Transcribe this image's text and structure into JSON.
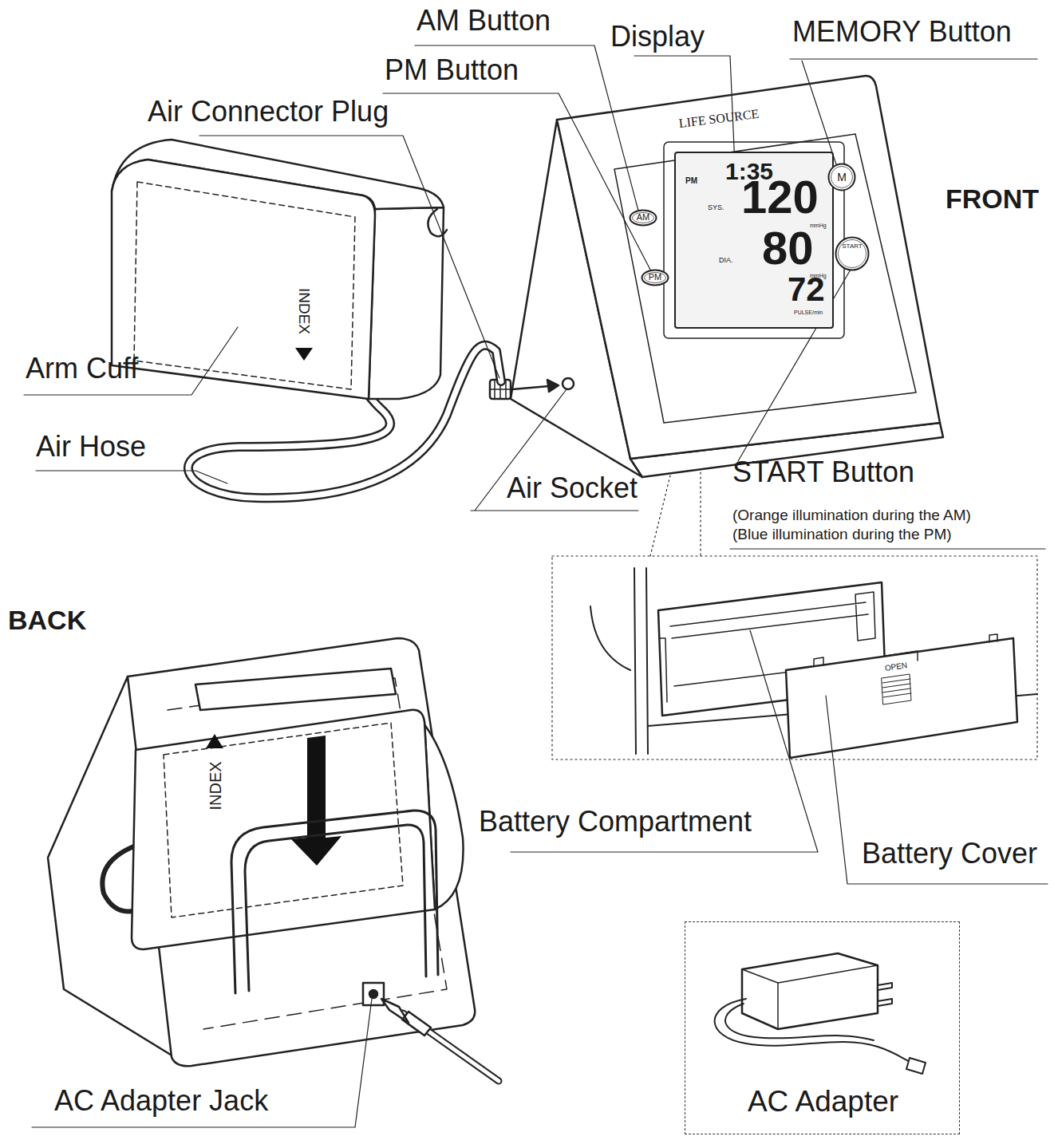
{
  "diagram": {
    "nodes": [
      {
        "text": [
          "PM",
          "1:35",
          "SYS.",
          "120",
          "mmHg",
          "DIA.",
          "80",
          "mmHg",
          "72",
          "PULSE/min"
        ]
      },
      {
        "text": [
          "M"
        ]
      },
      {
        "text": [
          "AM"
        ]
      },
      {
        "text": [
          "START"
        ]
      },
      {
        "text": [
          "PM"
        ]
      },
      {
        "text": [
          "AC Adapter"
        ]
      }
    ],
    "labels": [
      "AM Button",
      "Display",
      "MEMORY Button",
      "PM Button",
      "Air Connector Plug",
      "FRONT",
      "LIFE SOURCE",
      "Arm Cuff",
      "INDEX",
      "Air Hose",
      "Air Socket",
      "START Button",
      "(Orange illumination during the AM)",
      "(Blue illumination during the PM)",
      "BACK",
      "INDEX",
      "OPEN",
      "Battery Compartment",
      "Battery Cover",
      "AC Adapter Jack"
    ]
  }
}
